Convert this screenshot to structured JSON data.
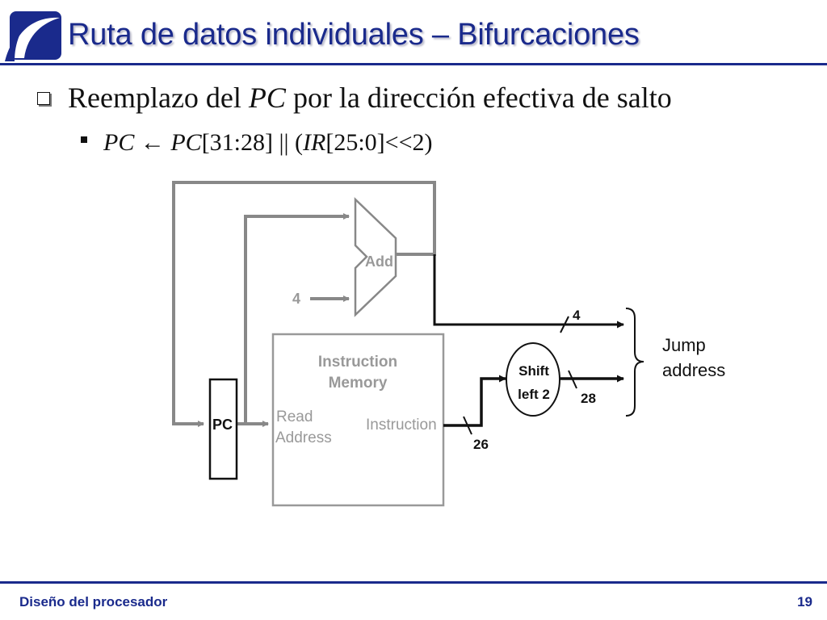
{
  "header": {
    "title": "Ruta de datos individuales – Bifurcaciones"
  },
  "bullets": {
    "main": {
      "part1": "Reemplazo del ",
      "part2": "PC",
      "part3": " por la dirección efectiva de salto"
    },
    "sub": {
      "part1": "PC",
      "arrow": " ← ",
      "part2": "PC",
      "part3": "[31:28] || (",
      "part4": "IR",
      "part5": "[25:0]<<2)"
    }
  },
  "diagram": {
    "add_label": "Add",
    "const_four": "4",
    "imem_line1": "Instruction",
    "imem_line2": "Memory",
    "read_line1": "Read",
    "read_line2": "Address",
    "instr_port": "Instruction",
    "pc_label": "PC",
    "shift_line1": "Shift",
    "shift_line2": "left 2",
    "width_4": "4",
    "width_28": "28",
    "width_26": "26",
    "jump_line1": "Jump",
    "jump_line2": "address"
  },
  "footer": {
    "left": "Diseño del procesador",
    "page": "19"
  },
  "colors": {
    "brand_blue": "#1a2a8c",
    "gray_wire": "#888888",
    "dark_wire": "#111111"
  }
}
